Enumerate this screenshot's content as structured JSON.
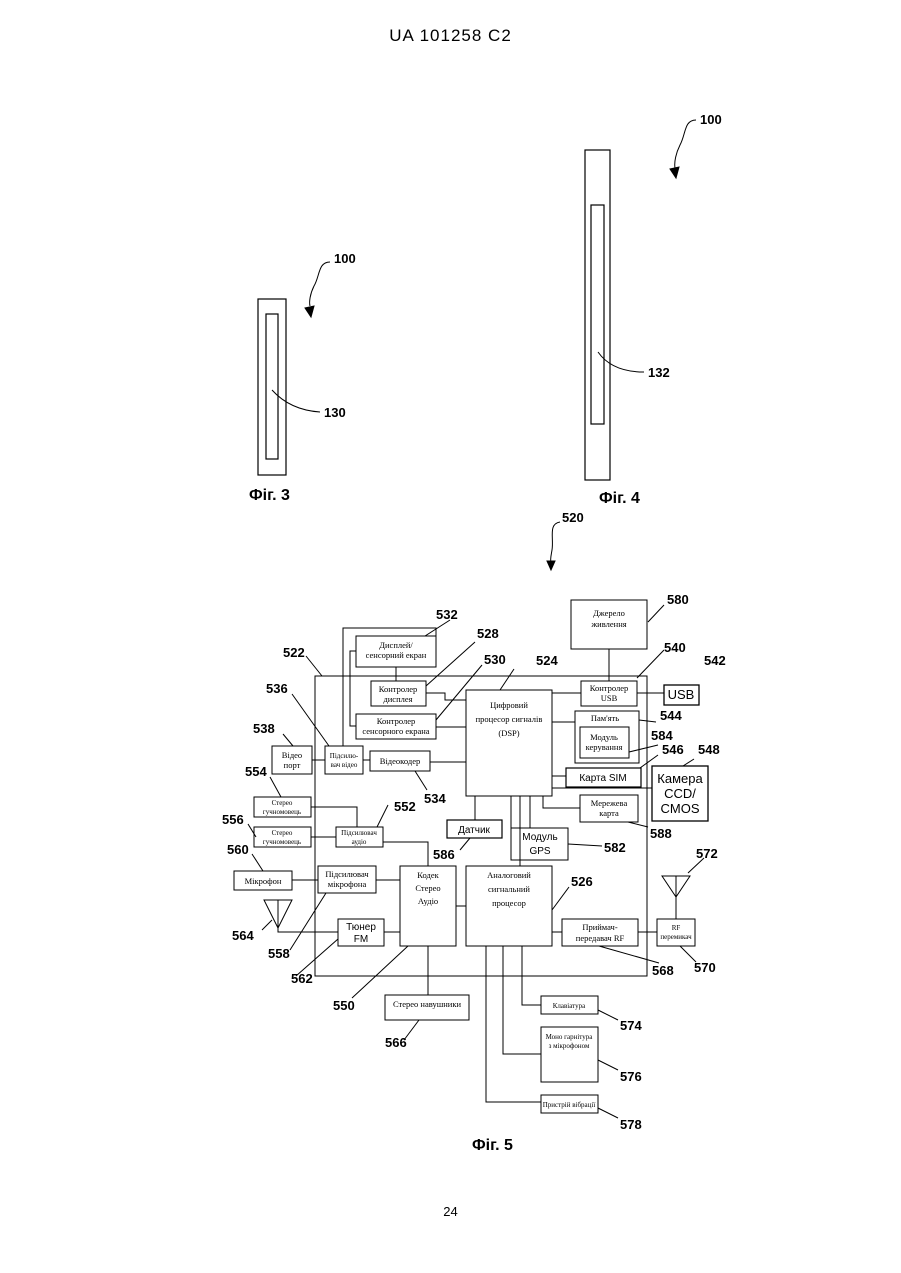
{
  "header": {
    "doc_number": "UA   101258   C2"
  },
  "page_number": "24",
  "fig3": {
    "caption": "Фіг. 3",
    "ref_device": "100",
    "ref_screen": "130"
  },
  "fig4": {
    "caption": "Фіг. 4",
    "ref_device": "100",
    "ref_screen": "132"
  },
  "fig5": {
    "caption": "Фіг. 5",
    "ref_main": "520",
    "blocks": {
      "display_touch": [
        "Дисплей/",
        "сенсорний екран"
      ],
      "display_ctrl": [
        "Контролер",
        "дисплея"
      ],
      "touch_ctrl": [
        "Контролер",
        "сенсорного екрана"
      ],
      "dsp": [
        "Цифровий",
        "процесор сигналів",
        "(DSP)"
      ],
      "power": [
        "Джерело",
        "живлення"
      ],
      "usb_ctrl": [
        "Контролер",
        "USB"
      ],
      "usb": "USB",
      "memory": "Пам'ять",
      "ctrl_module": [
        "Модуль",
        "керування"
      ],
      "sim": "Карта SIM",
      "camera": [
        "Камера",
        "CCD/",
        "CMOS"
      ],
      "video_port": [
        "Відео",
        "порт"
      ],
      "video_amp": [
        "Підсилю-",
        "вач відео"
      ],
      "video_enc": "Відеокодер",
      "net_card": [
        "Мережева",
        "карта"
      ],
      "stereo_spk1": [
        "Стерео",
        "гучномовець"
      ],
      "stereo_spk2": [
        "Стерео",
        "гучномовець"
      ],
      "audio_amp": [
        "Підсилювач",
        "аудіо"
      ],
      "sensor": "Датчик",
      "gps": [
        "Модуль",
        "GPS"
      ],
      "mic": "Мікрофон",
      "mic_amp": [
        "Підсилювач",
        "мікрофона"
      ],
      "codec": [
        "Кодек",
        "Стерео",
        "Аудіо"
      ],
      "analog": [
        "Аналоговий",
        "сигнальний",
        "процесор"
      ],
      "tuner": [
        "Тюнер",
        "FM"
      ],
      "transceiver": [
        "Приймач-",
        "передавач RF"
      ],
      "rf_switch": [
        "RF",
        "перемикач"
      ],
      "headphones": "Стерео навушники",
      "keyboard": "Клавіатура",
      "mono_headset": [
        "Моно гарнітура",
        "з мікрофоном"
      ],
      "vibration": "Пристрій вібрації"
    },
    "refs": {
      "r522": "522",
      "r524": "524",
      "r526": "526",
      "r528": "528",
      "r530": "530",
      "r532": "532",
      "r534": "534",
      "r536": "536",
      "r538": "538",
      "r540": "540",
      "r542": "542",
      "r544": "544",
      "r546": "546",
      "r548": "548",
      "r550": "550",
      "r552": "552",
      "r554": "554",
      "r556": "556",
      "r558": "558",
      "r560": "560",
      "r562": "562",
      "r564": "564",
      "r566": "566",
      "r568": "568",
      "r570": "570",
      "r572": "572",
      "r574": "574",
      "r576": "576",
      "r578": "578",
      "r580": "580",
      "r582": "582",
      "r584": "584",
      "r586": "586",
      "r588": "588"
    }
  }
}
